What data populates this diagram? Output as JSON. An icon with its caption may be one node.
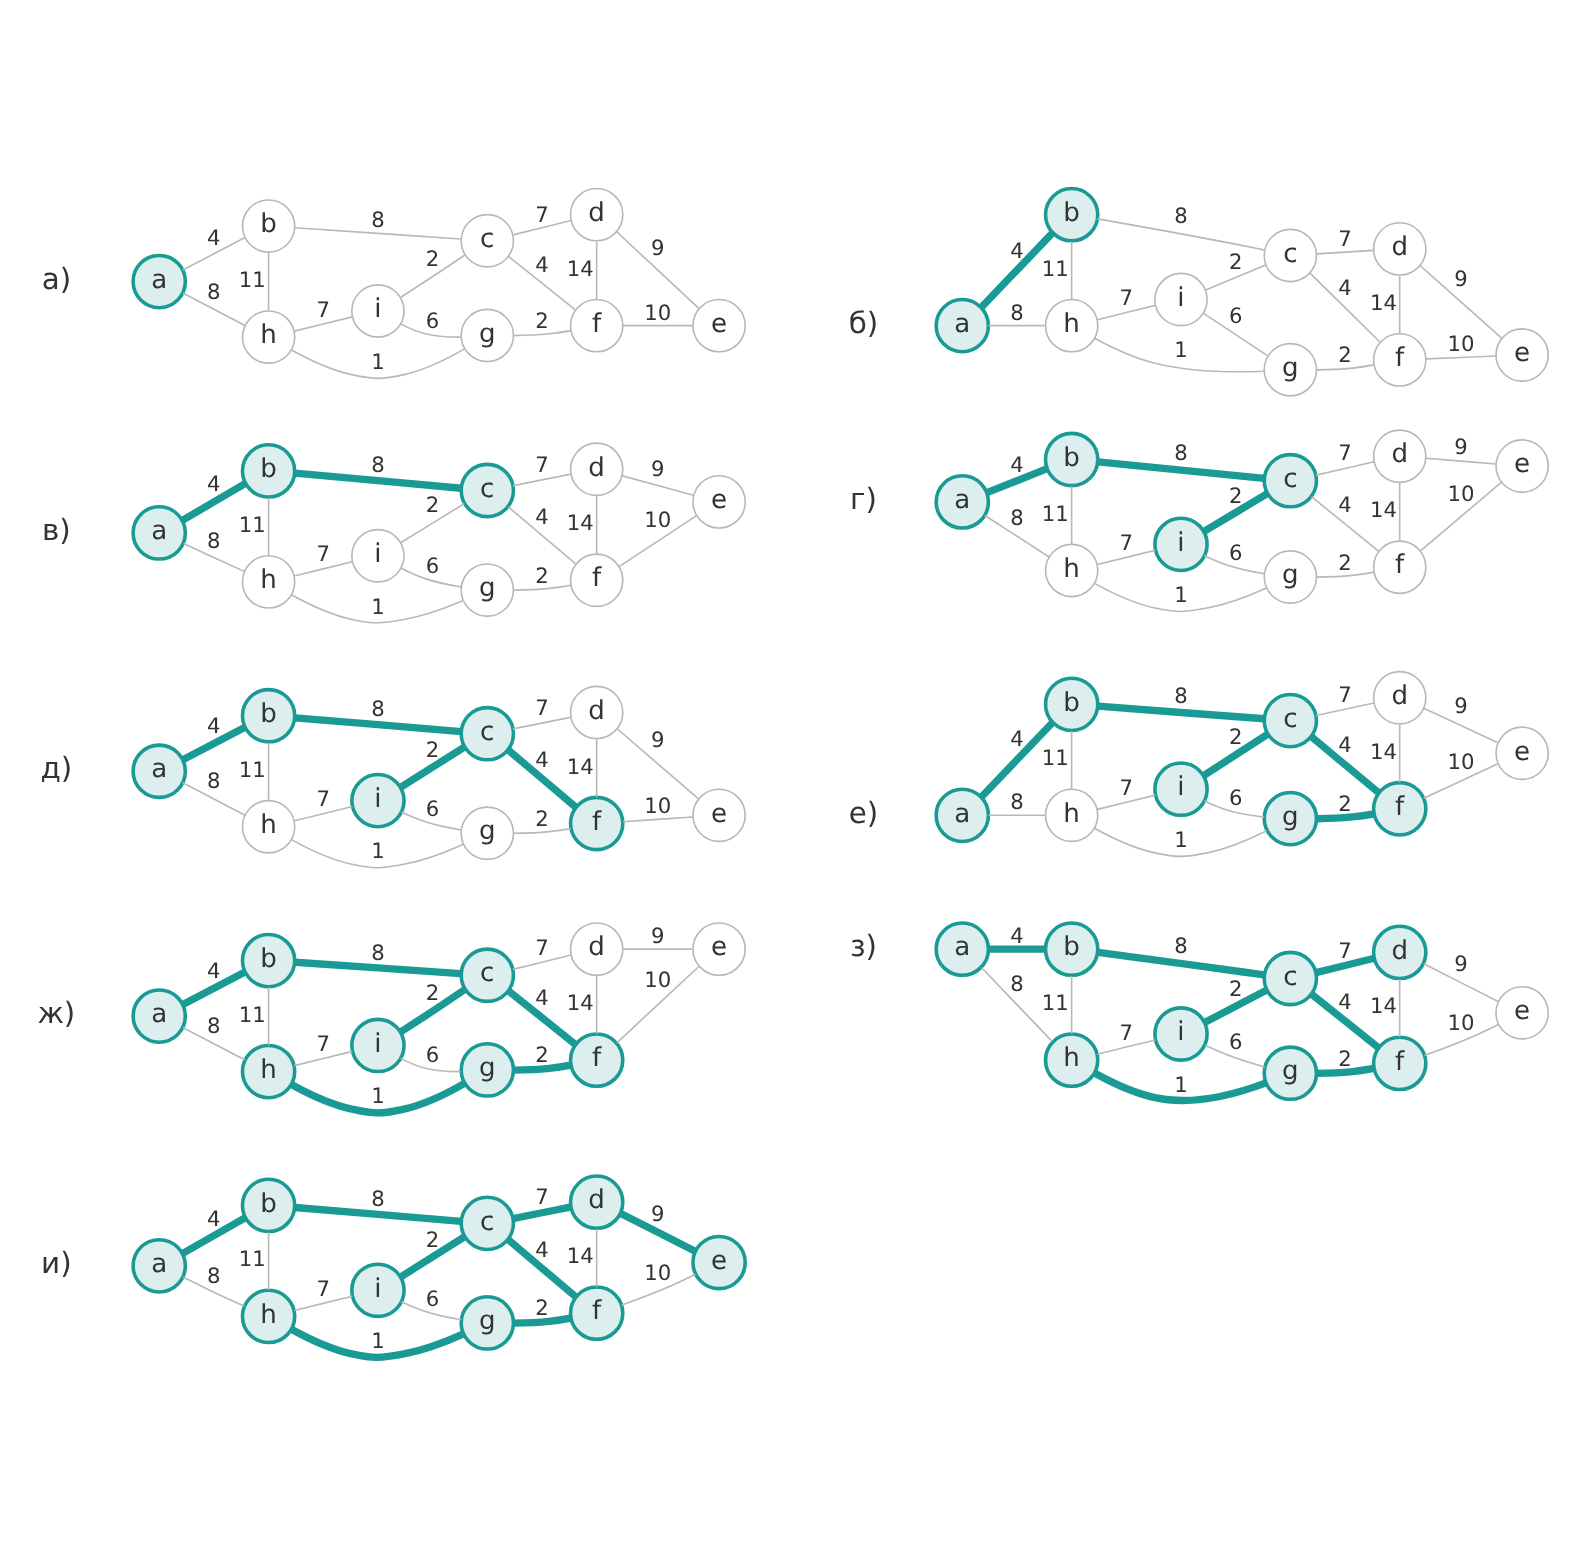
{
  "diagram": {
    "nodes": [
      {
        "text": [
          "a"
        ]
      },
      {
        "text": [
          "b"
        ]
      },
      {
        "text": [
          "c"
        ]
      },
      {
        "text": [
          "d"
        ]
      },
      {
        "text": [
          "e"
        ]
      },
      {
        "text": [
          "f"
        ]
      },
      {
        "text": [
          "g"
        ]
      },
      {
        "text": [
          "h"
        ]
      },
      {
        "text": [
          "i"
        ]
      },
      {
        "text": [
          "a"
        ]
      },
      {
        "text": [
          "b"
        ]
      },
      {
        "text": [
          "c"
        ]
      },
      {
        "text": [
          "d"
        ]
      },
      {
        "text": [
          "e"
        ]
      },
      {
        "text": [
          "f"
        ]
      },
      {
        "text": [
          "g"
        ]
      },
      {
        "text": [
          "h"
        ]
      },
      {
        "text": [
          "i"
        ]
      },
      {
        "text": [
          "a"
        ]
      },
      {
        "text": [
          "b"
        ]
      },
      {
        "text": [
          "c"
        ]
      },
      {
        "text": [
          "d"
        ]
      },
      {
        "text": [
          "e"
        ]
      },
      {
        "text": [
          "f"
        ]
      },
      {
        "text": [
          "g"
        ]
      },
      {
        "text": [
          "h"
        ]
      },
      {
        "text": [
          "i"
        ]
      },
      {
        "text": [
          "a"
        ]
      },
      {
        "text": [
          "b"
        ]
      },
      {
        "text": [
          "c"
        ]
      },
      {
        "text": [
          "d"
        ]
      },
      {
        "text": [
          "e"
        ]
      },
      {
        "text": [
          "f"
        ]
      },
      {
        "text": [
          "g"
        ]
      },
      {
        "text": [
          "h"
        ]
      },
      {
        "text": [
          "i"
        ]
      },
      {
        "text": [
          "a"
        ]
      },
      {
        "text": [
          "b"
        ]
      },
      {
        "text": [
          "c"
        ]
      },
      {
        "text": [
          "d"
        ]
      },
      {
        "text": [
          "e"
        ]
      },
      {
        "text": [
          "f"
        ]
      },
      {
        "text": [
          "g"
        ]
      },
      {
        "text": [
          "h"
        ]
      },
      {
        "text": [
          "i"
        ]
      },
      {
        "text": [
          "a"
        ]
      },
      {
        "text": [
          "b"
        ]
      },
      {
        "text": [
          "c"
        ]
      },
      {
        "text": [
          "d"
        ]
      },
      {
        "text": [
          "e"
        ]
      },
      {
        "text": [
          "f"
        ]
      },
      {
        "text": [
          "g"
        ]
      },
      {
        "text": [
          "h"
        ]
      },
      {
        "text": [
          "i"
        ]
      },
      {
        "text": [
          "a"
        ]
      },
      {
        "text": [
          "b"
        ]
      },
      {
        "text": [
          "c"
        ]
      },
      {
        "text": [
          "d"
        ]
      },
      {
        "text": [
          "e"
        ]
      },
      {
        "text": [
          "f"
        ]
      },
      {
        "text": [
          "g"
        ]
      },
      {
        "text": [
          "h"
        ]
      },
      {
        "text": [
          "i"
        ]
      },
      {
        "text": [
          "a"
        ]
      },
      {
        "text": [
          "b"
        ]
      },
      {
        "text": [
          "c"
        ]
      },
      {
        "text": [
          "d"
        ]
      },
      {
        "text": [
          "e"
        ]
      },
      {
        "text": [
          "f"
        ]
      },
      {
        "text": [
          "g"
        ]
      },
      {
        "text": [
          "h"
        ]
      },
      {
        "text": [
          "i"
        ]
      },
      {
        "text": [
          "a"
        ]
      },
      {
        "text": [
          "b"
        ]
      },
      {
        "text": [
          "c"
        ]
      },
      {
        "text": [
          "d"
        ]
      },
      {
        "text": [
          "e"
        ]
      },
      {
        "text": [
          "f"
        ]
      },
      {
        "text": [
          "g"
        ]
      },
      {
        "text": [
          "h"
        ]
      },
      {
        "text": [
          "i"
        ]
      }
    ],
    "edges": [
      {
        "from": 0,
        "to": 1,
        "arrow": "none",
        "label": "4"
      },
      {
        "from": 0,
        "to": 7,
        "arrow": "none",
        "label": "8"
      },
      {
        "from": 1,
        "to": 7,
        "arrow": "none",
        "label": "11"
      },
      {
        "from": 1,
        "to": 2,
        "arrow": "none",
        "label": "8"
      },
      {
        "from": 2,
        "to": 8,
        "arrow": "none",
        "label": "2"
      },
      {
        "from": 7,
        "to": 8,
        "arrow": "none",
        "label": "7"
      },
      {
        "from": 8,
        "to": 6,
        "arrow": "none",
        "label": "6"
      },
      {
        "from": 7,
        "to": 6,
        "arrow": "none",
        "label": "1"
      },
      {
        "from": 2,
        "to": 3,
        "arrow": "none",
        "label": "7"
      },
      {
        "from": 2,
        "to": 5,
        "arrow": "none",
        "label": "4"
      },
      {
        "from": 6,
        "to": 5,
        "arrow": "none",
        "label": "2"
      },
      {
        "from": 3,
        "to": 5,
        "arrow": "none",
        "label": "14"
      },
      {
        "from": 3,
        "to": 4,
        "arrow": "none",
        "label": "9"
      },
      {
        "from": 5,
        "to": 4,
        "arrow": "none",
        "label": "10"
      },
      {
        "from": 9,
        "to": 10,
        "arrow": "none",
        "label": "4",
        "style": "thick",
        "color": "#1a9a94"
      },
      {
        "from": 9,
        "to": 16,
        "arrow": "none",
        "label": "8"
      },
      {
        "from": 10,
        "to": 16,
        "arrow": "none",
        "label": "11"
      },
      {
        "from": 10,
        "to": 11,
        "arrow": "none",
        "label": "8"
      },
      {
        "from": 11,
        "to": 17,
        "arrow": "none",
        "label": "2"
      },
      {
        "from": 16,
        "to": 17,
        "arrow": "none",
        "label": "7"
      },
      {
        "from": 17,
        "to": 15,
        "arrow": "none",
        "label": "6"
      },
      {
        "from": 16,
        "to": 15,
        "arrow": "none",
        "label": "1"
      },
      {
        "from": 11,
        "to": 12,
        "arrow": "none",
        "label": "7"
      },
      {
        "from": 11,
        "to": 14,
        "arrow": "none",
        "label": "4"
      },
      {
        "from": 15,
        "to": 14,
        "arrow": "none",
        "label": "2"
      },
      {
        "from": 12,
        "to": 14,
        "arrow": "none",
        "label": "14"
      },
      {
        "from": 12,
        "to": 13,
        "arrow": "none",
        "label": "9"
      },
      {
        "from": 14,
        "to": 13,
        "arrow": "none",
        "label": "10"
      },
      {
        "from": 18,
        "to": 19,
        "arrow": "none",
        "label": "4",
        "style": "thick",
        "color": "#1a9a94"
      },
      {
        "from": 18,
        "to": 25,
        "arrow": "none",
        "label": "8"
      },
      {
        "from": 19,
        "to": 25,
        "arrow": "none",
        "label": "11"
      },
      {
        "from": 19,
        "to": 20,
        "arrow": "none",
        "label": "8",
        "style": "thick",
        "color": "#1a9a94"
      },
      {
        "from": 20,
        "to": 26,
        "arrow": "none",
        "label": "2"
      },
      {
        "from": 25,
        "to": 26,
        "arrow": "none",
        "label": "7"
      },
      {
        "from": 26,
        "to": 24,
        "arrow": "none",
        "label": "6"
      },
      {
        "from": 25,
        "to": 24,
        "arrow": "none",
        "label": "1"
      },
      {
        "from": 20,
        "to": 21,
        "arrow": "none",
        "label": "7"
      },
      {
        "from": 20,
        "to": 23,
        "arrow": "none",
        "label": "4"
      },
      {
        "from": 24,
        "to": 23,
        "arrow": "none",
        "label": "2"
      },
      {
        "from": 21,
        "to": 23,
        "arrow": "none",
        "label": "14"
      },
      {
        "from": 21,
        "to": 22,
        "arrow": "none",
        "label": "9"
      },
      {
        "from": 23,
        "to": 22,
        "arrow": "none",
        "label": "10"
      },
      {
        "from": 27,
        "to": 28,
        "arrow": "none",
        "label": "4",
        "style": "thick",
        "color": "#1a9a94"
      },
      {
        "from": 27,
        "to": 34,
        "arrow": "none",
        "label": "8"
      },
      {
        "from": 28,
        "to": 34,
        "arrow": "none",
        "label": "11"
      },
      {
        "from": 28,
        "to": 29,
        "arrow": "none",
        "label": "8",
        "style": "thick",
        "color": "#1a9a94"
      },
      {
        "from": 29,
        "to": 35,
        "arrow": "none",
        "label": "2",
        "style": "thick",
        "color": "#1a9a94"
      },
      {
        "from": 34,
        "to": 35,
        "arrow": "none",
        "label": "7"
      },
      {
        "from": 35,
        "to": 33,
        "arrow": "none",
        "label": "6"
      },
      {
        "from": 34,
        "to": 33,
        "arrow": "none",
        "label": "1"
      },
      {
        "from": 29,
        "to": 30,
        "arrow": "none",
        "label": "7"
      },
      {
        "from": 29,
        "to": 32,
        "arrow": "none",
        "label": "4"
      },
      {
        "from": 33,
        "to": 32,
        "arrow": "none",
        "label": "2"
      },
      {
        "from": 30,
        "to": 32,
        "arrow": "none",
        "label": "14"
      },
      {
        "from": 30,
        "to": 31,
        "arrow": "none",
        "label": "9"
      },
      {
        "from": 32,
        "to": 31,
        "arrow": "none",
        "label": "10"
      },
      {
        "from": 36,
        "to": 37,
        "arrow": "none",
        "label": "4",
        "style": "thick",
        "color": "#1a9a94"
      },
      {
        "from": 36,
        "to": 43,
        "arrow": "none",
        "label": "8"
      },
      {
        "from": 37,
        "to": 43,
        "arrow": "none",
        "label": "11"
      },
      {
        "from": 37,
        "to": 38,
        "arrow": "none",
        "label": "8",
        "style": "thick",
        "color": "#1a9a94"
      },
      {
        "from": 38,
        "to": 44,
        "arrow": "none",
        "label": "2",
        "style": "thick",
        "color": "#1a9a94"
      },
      {
        "from": 43,
        "to": 44,
        "arrow": "none",
        "label": "7"
      },
      {
        "from": 44,
        "to": 42,
        "arrow": "none",
        "label": "6"
      },
      {
        "from": 43,
        "to": 42,
        "arrow": "none",
        "label": "1"
      },
      {
        "from": 38,
        "to": 39,
        "arrow": "none",
        "label": "7"
      },
      {
        "from": 38,
        "to": 41,
        "arrow": "none",
        "label": "4",
        "style": "thick",
        "color": "#1a9a94"
      },
      {
        "from": 42,
        "to": 41,
        "arrow": "none",
        "label": "2"
      },
      {
        "from": 39,
        "to": 41,
        "arrow": "none",
        "label": "14"
      },
      {
        "from": 39,
        "to": 40,
        "arrow": "none",
        "label": "9"
      },
      {
        "from": 41,
        "to": 40,
        "arrow": "none",
        "label": "10"
      },
      {
        "from": 45,
        "to": 46,
        "arrow": "none",
        "label": "4",
        "style": "thick",
        "color": "#1a9a94"
      },
      {
        "from": 45,
        "to": 52,
        "arrow": "none",
        "label": "8"
      },
      {
        "from": 46,
        "to": 52,
        "arrow": "none",
        "label": "11"
      },
      {
        "from": 46,
        "to": 47,
        "arrow": "none",
        "label": "8",
        "style": "thick",
        "color": "#1a9a94"
      },
      {
        "from": 47,
        "to": 53,
        "arrow": "none",
        "label": "2",
        "style": "thick",
        "color": "#1a9a94"
      },
      {
        "from": 52,
        "to": 53,
        "arrow": "none",
        "label": "7"
      },
      {
        "from": 53,
        "to": 51,
        "arrow": "none",
        "label": "6"
      },
      {
        "from": 52,
        "to": 51,
        "arrow": "none",
        "label": "1"
      },
      {
        "from": 47,
        "to": 48,
        "arrow": "none",
        "label": "7"
      },
      {
        "from": 47,
        "to": 50,
        "arrow": "none",
        "label": "4",
        "style": "thick",
        "color": "#1a9a94"
      },
      {
        "from": 51,
        "to": 50,
        "arrow": "none",
        "label": "2",
        "style": "thick",
        "color": "#1a9a94"
      },
      {
        "from": 48,
        "to": 50,
        "arrow": "none",
        "label": "14"
      },
      {
        "from": 48,
        "to": 49,
        "arrow": "none",
        "label": "9"
      },
      {
        "from": 50,
        "to": 49,
        "arrow": "none",
        "label": "10"
      },
      {
        "from": 54,
        "to": 55,
        "arrow": "none",
        "label": "4",
        "style": "thick",
        "color": "#1a9a94"
      },
      {
        "from": 54,
        "to": 61,
        "arrow": "none",
        "label": "8"
      },
      {
        "from": 55,
        "to": 61,
        "arrow": "none",
        "label": "11"
      },
      {
        "from": 55,
        "to": 56,
        "arrow": "none",
        "label": "8",
        "style": "thick",
        "color": "#1a9a94"
      },
      {
        "from": 56,
        "to": 62,
        "arrow": "none",
        "label": "2",
        "style": "thick",
        "color": "#1a9a94"
      },
      {
        "from": 61,
        "to": 62,
        "arrow": "none",
        "label": "7"
      },
      {
        "from": 62,
        "to": 60,
        "arrow": "none",
        "label": "6"
      },
      {
        "from": 61,
        "to": 60,
        "arrow": "none",
        "label": "1",
        "style": "thick",
        "color": "#1a9a94"
      },
      {
        "from": 56,
        "to": 57,
        "arrow": "none",
        "label": "7"
      },
      {
        "from": 56,
        "to": 59,
        "arrow": "none",
        "label": "4",
        "style": "thick",
        "color": "#1a9a94"
      },
      {
        "from": 60,
        "to": 59,
        "arrow": "none",
        "label": "2",
        "style": "thick",
        "color": "#1a9a94"
      },
      {
        "from": 57,
        "to": 59,
        "arrow": "none",
        "label": "14"
      },
      {
        "from": 57,
        "to": 58,
        "arrow": "none",
        "label": "9"
      },
      {
        "from": 59,
        "to": 58,
        "arrow": "none",
        "label": "10"
      },
      {
        "from": 63,
        "to": 64,
        "arrow": "none",
        "label": "4",
        "style": "thick",
        "color": "#1a9a94"
      },
      {
        "from": 63,
        "to": 70,
        "arrow": "none",
        "label": "8"
      },
      {
        "from": 64,
        "to": 70,
        "arrow": "none",
        "label": "11"
      },
      {
        "from": 64,
        "to": 65,
        "arrow": "none",
        "label": "8",
        "style": "thick",
        "color": "#1a9a94"
      },
      {
        "from": 65,
        "to": 71,
        "arrow": "none",
        "label": "2",
        "style": "thick",
        "color": "#1a9a94"
      },
      {
        "from": 70,
        "to": 71,
        "arrow": "none",
        "label": "7"
      },
      {
        "from": 71,
        "to": 69,
        "arrow": "none",
        "label": "6"
      },
      {
        "from": 70,
        "to": 69,
        "arrow": "none",
        "label": "1",
        "style": "thick",
        "color": "#1a9a94"
      },
      {
        "from": 65,
        "to": 66,
        "arrow": "none",
        "label": "7",
        "style": "thick",
        "color": "#1a9a94"
      },
      {
        "from": 65,
        "to": 68,
        "arrow": "none",
        "label": "4",
        "style": "thick",
        "color": "#1a9a94"
      },
      {
        "from": 69,
        "to": 68,
        "arrow": "none",
        "label": "2",
        "style": "thick",
        "color": "#1a9a94"
      },
      {
        "from": 66,
        "to": 68,
        "arrow": "none",
        "label": "14"
      },
      {
        "from": 66,
        "to": 67,
        "arrow": "none",
        "label": "9"
      },
      {
        "from": 68,
        "to": 67,
        "arrow": "none",
        "label": "10"
      },
      {
        "from": 72,
        "to": 73,
        "arrow": "none",
        "label": "4",
        "style": "thick",
        "color": "#1a9a94"
      },
      {
        "from": 72,
        "to": 79,
        "arrow": "none",
        "label": "8"
      },
      {
        "from": 73,
        "to": 79,
        "arrow": "none",
        "label": "11"
      },
      {
        "from": 73,
        "to": 74,
        "arrow": "none",
        "label": "8",
        "style": "thick",
        "color": "#1a9a94"
      },
      {
        "from": 74,
        "to": 80,
        "arrow": "none",
        "label": "2",
        "style": "thick",
        "color": "#1a9a94"
      },
      {
        "from": 79,
        "to": 80,
        "arrow": "none",
        "label": "7"
      },
      {
        "from": 80,
        "to": 78,
        "arrow": "none",
        "label": "6"
      },
      {
        "from": 79,
        "to": 78,
        "arrow": "none",
        "label": "1",
        "style": "thick",
        "color": "#1a9a94"
      },
      {
        "from": 74,
        "to": 75,
        "arrow": "none",
        "label": "7",
        "style": "thick",
        "color": "#1a9a94"
      },
      {
        "from": 74,
        "to": 77,
        "arrow": "none",
        "label": "4",
        "style": "thick",
        "color": "#1a9a94"
      },
      {
        "from": 78,
        "to": 77,
        "arrow": "none",
        "label": "2",
        "style": "thick",
        "color": "#1a9a94"
      },
      {
        "from": 75,
        "to": 77,
        "arrow": "none",
        "label": "14"
      },
      {
        "from": 75,
        "to": 76,
        "arrow": "none",
        "label": "9",
        "style": "thick",
        "color": "#1a9a94"
      },
      {
        "from": 77,
        "to": 76,
        "arrow": "none",
        "label": "10"
      }
    ],
    "labels": [
      "а)",
      "б)",
      "в)",
      "г)",
      "д)",
      "е)",
      "ж)",
      "з)",
      "и)"
    ]
  }
}
